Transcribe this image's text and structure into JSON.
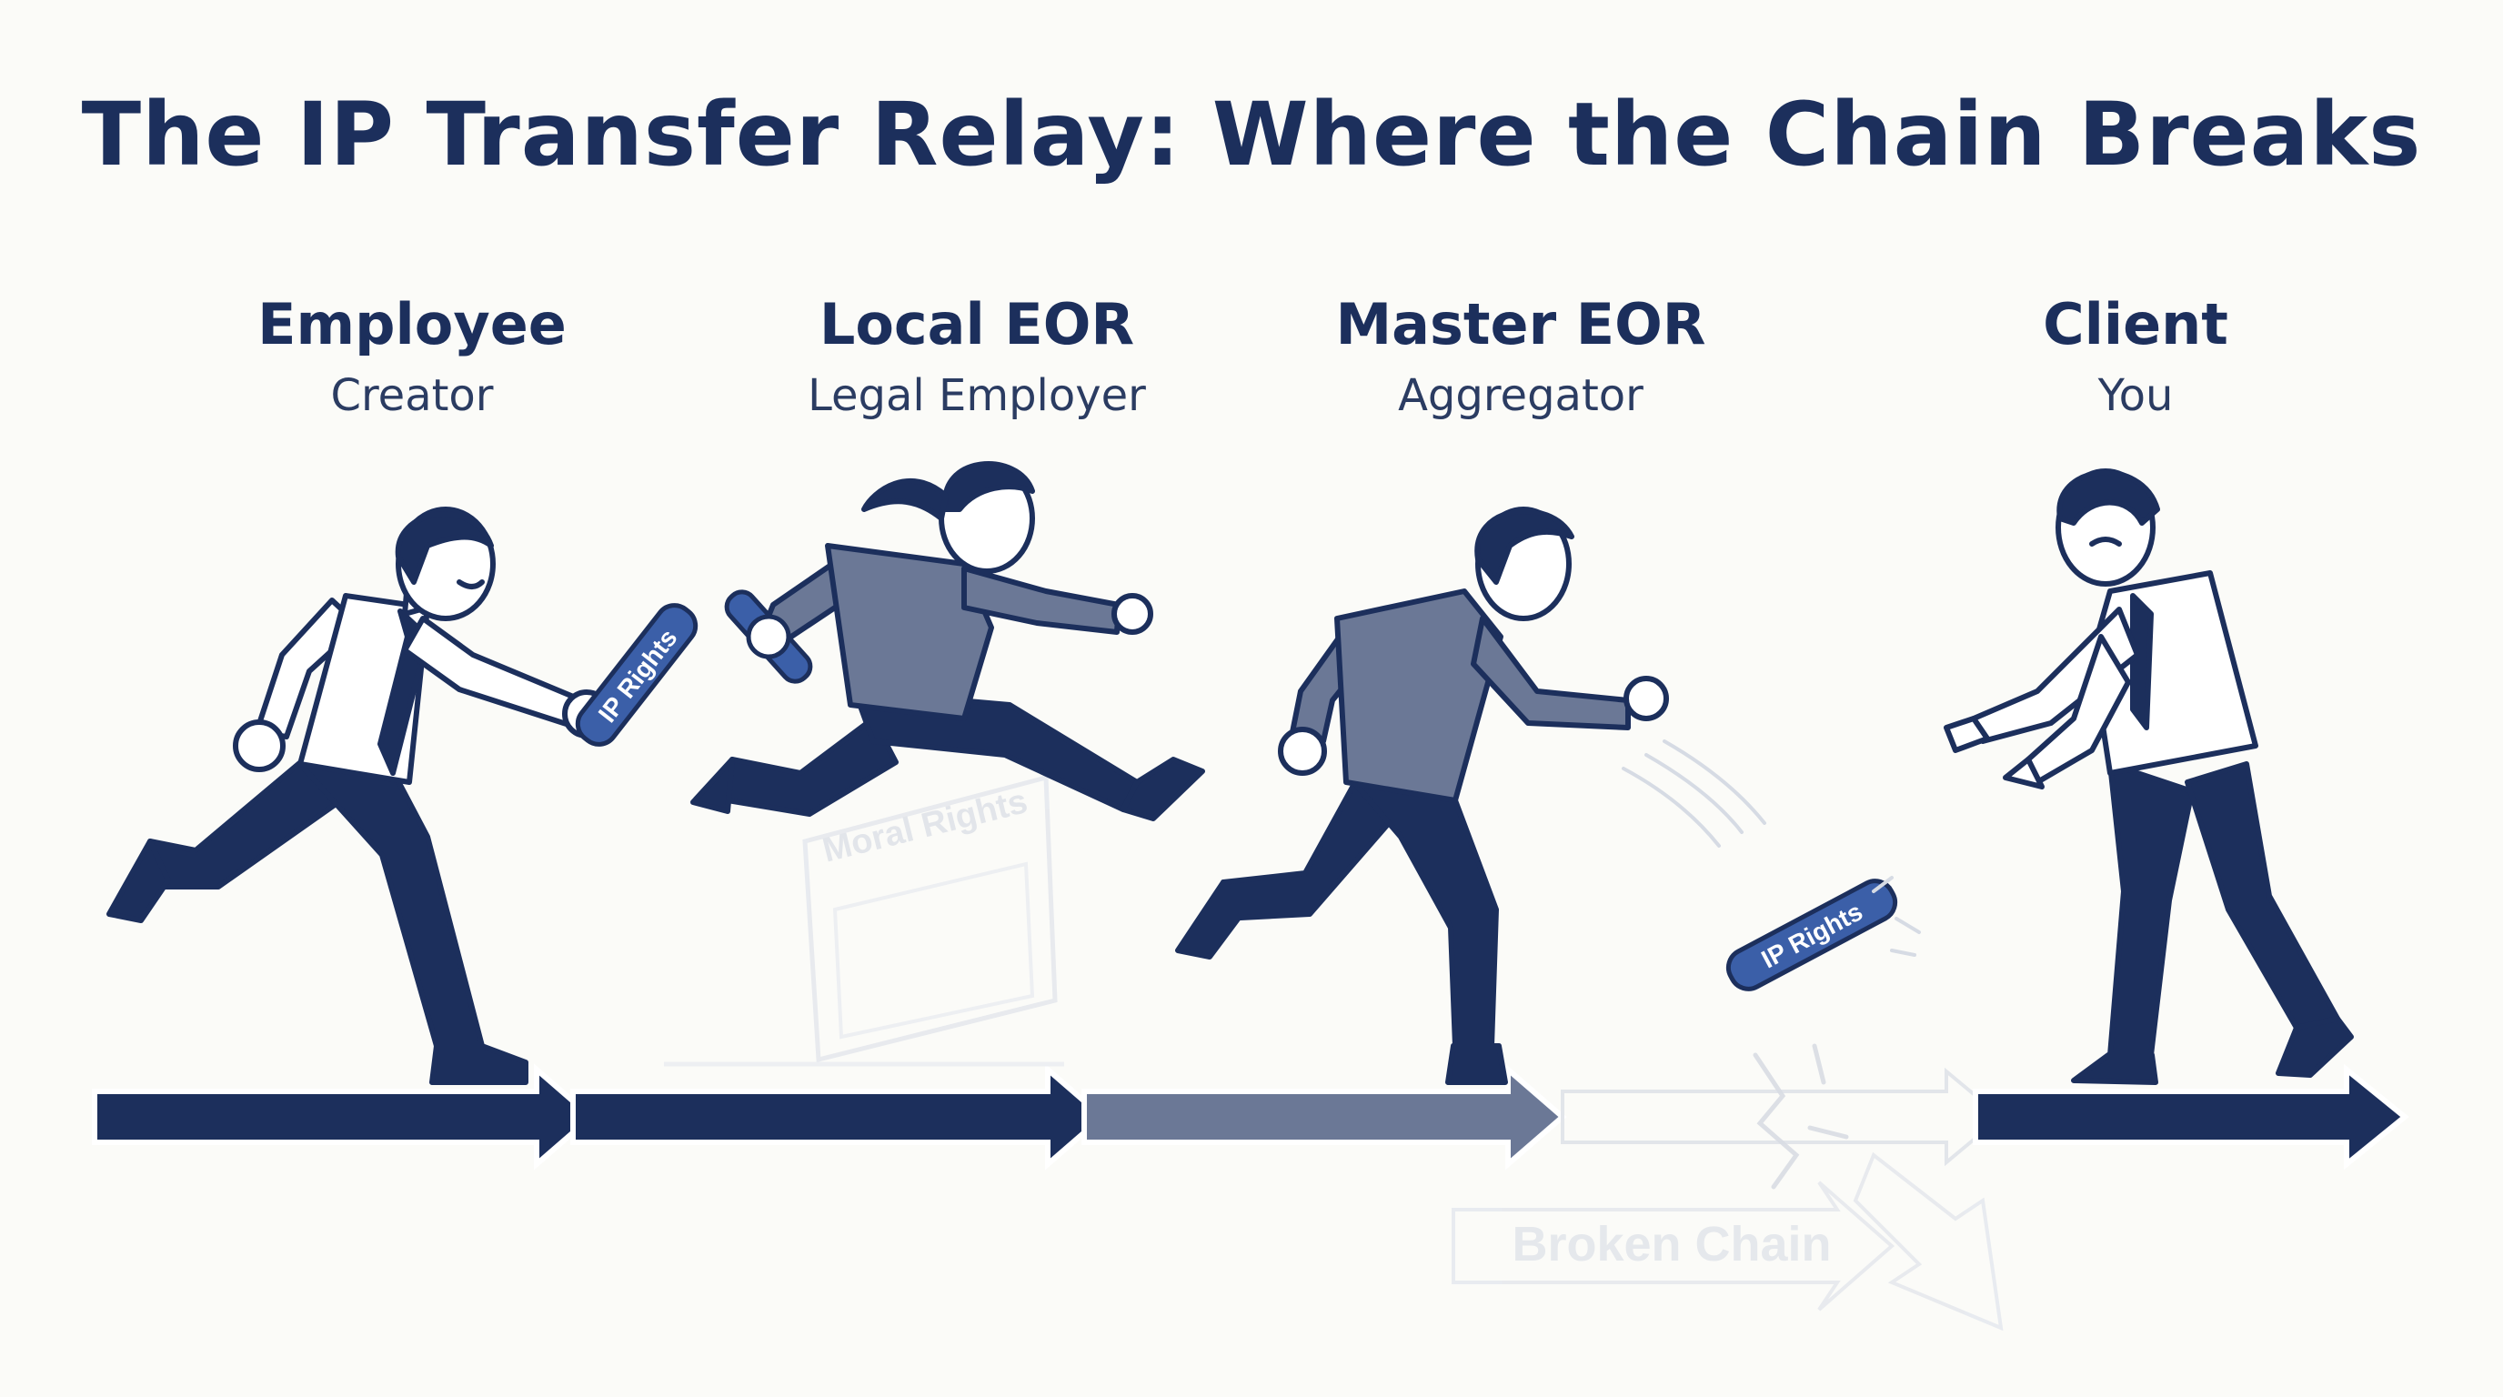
{
  "title": "The IP Transfer Relay: Where the Chain Breaks",
  "roles": [
    {
      "name": "Employee",
      "subtitle": "Creator"
    },
    {
      "name": "Local EOR",
      "subtitle": "Legal Employer"
    },
    {
      "name": "Master EOR",
      "subtitle": "Aggregator"
    },
    {
      "name": "Client",
      "subtitle": "You"
    }
  ],
  "baton_label": "IP Rights",
  "hurdle_label": "Moral Rights",
  "break_label": "Broken Chain",
  "colors": {
    "navy": "#1c2f5c",
    "slate": "#6b7896",
    "faded": "#d6dbe4",
    "baton": "#3b5fa8",
    "background": "#fbfbf8"
  }
}
